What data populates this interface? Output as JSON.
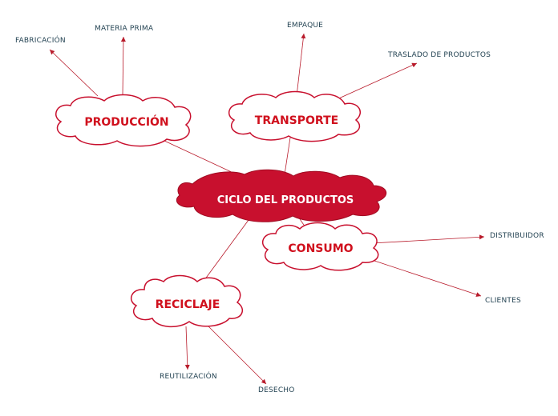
{
  "center": {
    "label": "CICLO DEL PRODUCTOS"
  },
  "branches": {
    "produccion": {
      "label": "PRODUCCIÓN",
      "children": [
        "FABRICACIÓN",
        "MATERIA PRIMA"
      ]
    },
    "transporte": {
      "label": "TRANSPORTE",
      "children": [
        "EMPAQUE",
        "TRASLADO DE PRODUCTOS"
      ]
    },
    "consumo": {
      "label": "CONSUMO",
      "children": [
        "DISTRIBUIDOR",
        "CLIENTES"
      ]
    },
    "reciclaje": {
      "label": "RECICLAJE",
      "children": [
        "REUTILIZACIÓN",
        "DESECHO"
      ]
    }
  },
  "colors": {
    "center_fill": "#c8102e",
    "branch_stroke": "#c8102e",
    "branch_text": "#d0101d",
    "connector": "#b81a2a",
    "leaf_text": "#1f3f4f"
  }
}
